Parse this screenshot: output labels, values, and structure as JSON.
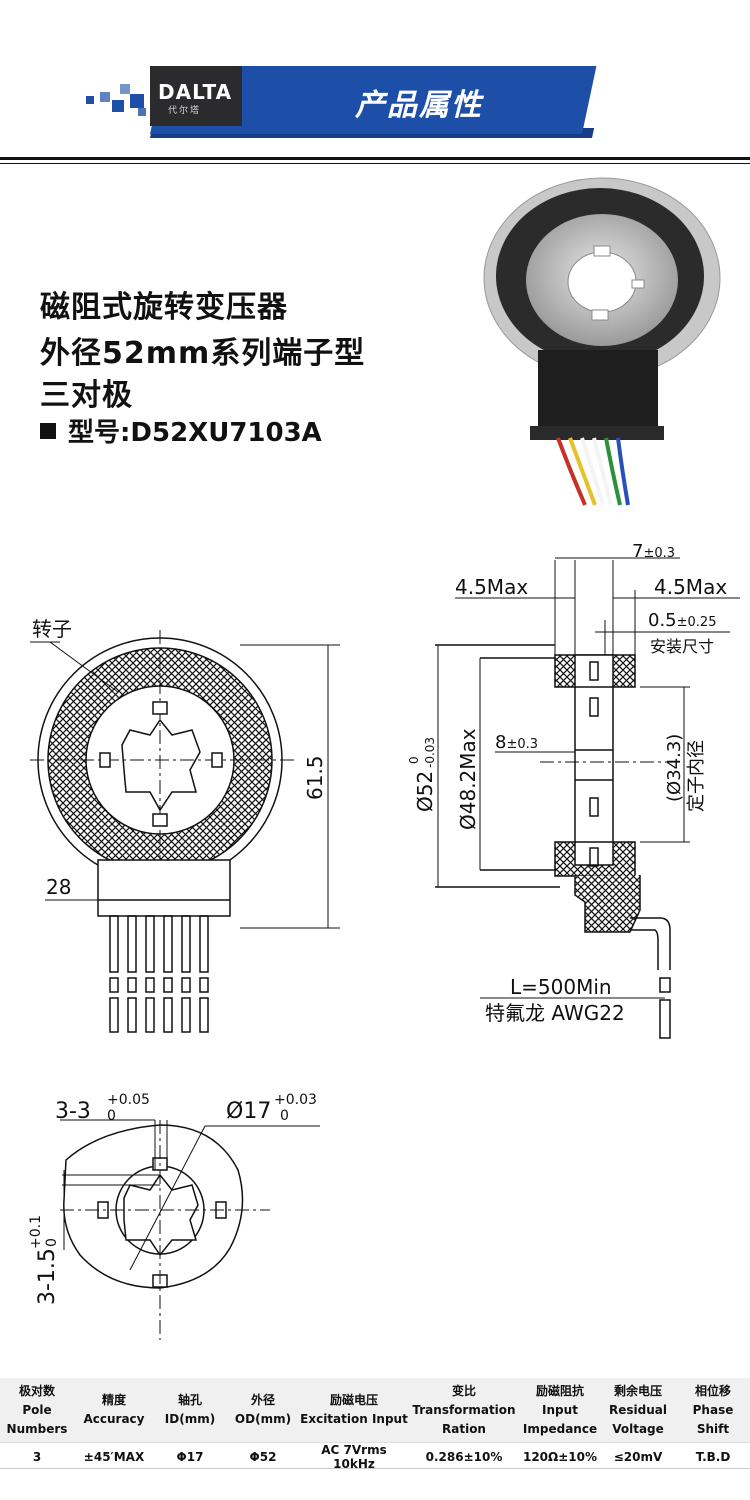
{
  "header": {
    "logo_text": "DALTA",
    "logo_sub": "代尔塔",
    "title": "产品属性"
  },
  "product": {
    "title_lines": [
      "磁阻式旋转变压器",
      "外径52mm系列端子型",
      "三对极"
    ],
    "model_label": "型号:D52XU7103A"
  },
  "drawing": {
    "front": {
      "rotor_label": "转子",
      "dim_height": "61.5",
      "dim_width": "28"
    },
    "side": {
      "dim_7": "7",
      "dim_7_tol": "±0.3",
      "dim_left": "4.5Max",
      "dim_right": "4.5Max",
      "dim_05": "0.5",
      "dim_05_tol": "±0.25",
      "install_label": "安装尺寸",
      "dim_od": "Ø52",
      "dim_od_tol_top": "0",
      "dim_od_tol_bot": "-0.03",
      "dim_482": "Ø48.2Max",
      "dim_8": "8",
      "dim_8_tol": "±0.3",
      "dim_343": "(Ø34.3)",
      "stator_label": "定子内径",
      "cable_len": "L=500Min",
      "cable_type": "特氟龙 AWG22"
    },
    "bottom": {
      "dim_key": "3-3",
      "dim_key_tol_top": "+0.05",
      "dim_key_tol_bot": "0",
      "dim_bore": "Ø17",
      "dim_bore_tol_top": "+0.03",
      "dim_bore_tol_bot": "0",
      "dim_slot": "3-1.5",
      "dim_slot_tol_top": "+0.1",
      "dim_slot_tol_bot": "0"
    }
  },
  "wire_colors": [
    "#c8302a",
    "#e6c229",
    "#ffffff",
    "#ffffff",
    "#2c8f3a",
    "#2a4fb8"
  ],
  "spec_table": {
    "headers": [
      [
        "极对数",
        "Pole",
        "Numbers"
      ],
      [
        "精度",
        "Accuracy"
      ],
      [
        "轴孔",
        "ID(mm)"
      ],
      [
        "外径",
        "OD(mm)"
      ],
      [
        "励磁电压",
        "Excitation Input"
      ],
      [
        "变比",
        "Transformation",
        "Ration"
      ],
      [
        "励磁阻抗",
        "Input",
        "Impedance"
      ],
      [
        "剩余电压",
        "Residual",
        "Voltage"
      ],
      [
        "相位移",
        "Phase",
        "Shift"
      ]
    ],
    "row": [
      "3",
      "±45′MAX",
      "Φ17",
      "Φ52",
      "AC 7Vrms 10kHz",
      "0.286±10%",
      "120Ω±10%",
      "≤20mV",
      "T.B.D"
    ]
  }
}
